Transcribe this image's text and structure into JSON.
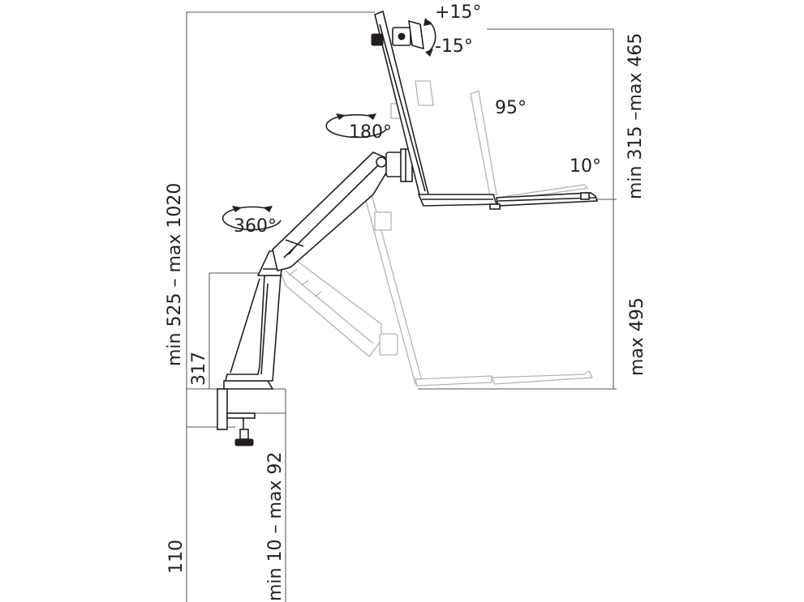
{
  "dimensions": {
    "overall_height": "min 525 – max 1020",
    "base_height": "317",
    "clamp_range": "min 10 – max 92",
    "clamp_depth": "110",
    "monitor_height_range": "min 315 –max 465",
    "tray_height": "max 495"
  },
  "angles": {
    "tilt_up": "+15°",
    "tilt_down": "-15°",
    "monitor_rotation": "180°",
    "base_rotation": "360°",
    "tray_tilt_max": "95°",
    "tray_tilt_min": "10°"
  }
}
